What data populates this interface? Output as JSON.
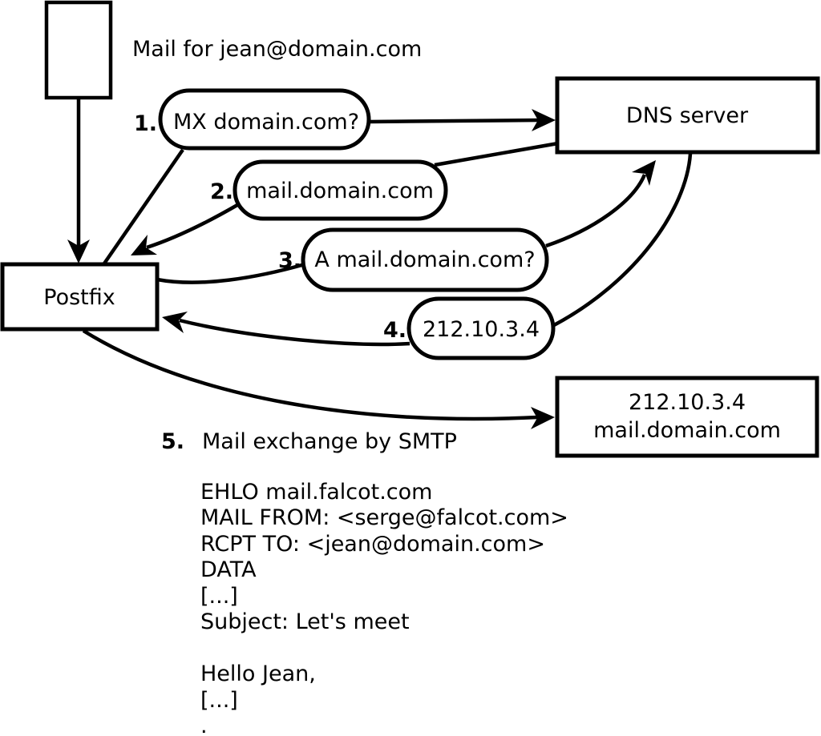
{
  "diagram": {
    "caption": "Mail for jean@domain.com",
    "nodes": {
      "postfix": {
        "label": "Postfix"
      },
      "dns_server": {
        "label": "DNS server"
      },
      "destination": {
        "ip": "212.10.3.4",
        "hostname": "mail.domain.com"
      }
    },
    "steps": [
      {
        "number": "1.",
        "label": "MX domain.com?"
      },
      {
        "number": "2.",
        "label": "mail.domain.com"
      },
      {
        "number": "3.",
        "label": "A mail.domain.com?"
      },
      {
        "number": "4.",
        "label": "212.10.3.4"
      },
      {
        "number": "5.",
        "label": "Mail exchange by SMTP"
      }
    ],
    "smtp_session": {
      "lines": [
        "EHLO mail.falcot.com",
        "MAIL FROM: <serge@falcot.com>",
        "RCPT TO: <jean@domain.com>",
        "DATA",
        "[...]",
        "Subject: Let's meet",
        "",
        "Hello Jean,",
        "[...]",
        "."
      ]
    },
    "colors": {
      "ink": "#000000",
      "background": "#ffffff"
    }
  }
}
